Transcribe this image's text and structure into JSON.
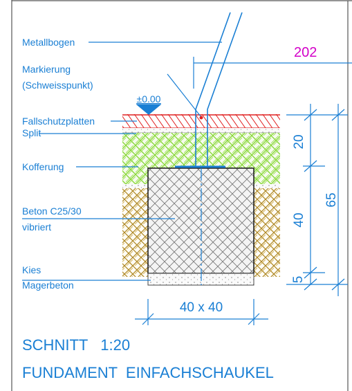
{
  "labels": {
    "metallbogen": "Metallbogen",
    "markierung": "Markierung",
    "schweisspunkt": "(Schweisspunkt)",
    "level": "±0.00",
    "fallschutz": "Fallschutzplatten",
    "split": "Split",
    "kofferung": "Kofferung",
    "beton_line1": "Beton C25/30",
    "beton_line2": "vibriert",
    "kies": "Kies",
    "magerbeton": "Magerbeton"
  },
  "reference_number": "202",
  "dimensions": {
    "d20": "20",
    "d40": "40",
    "d5": "5",
    "d65": "65",
    "plan": "40 x 40"
  },
  "title": {
    "line1": "SCHNITT   1:20",
    "line2": "FUNDAMENT  EINFACHSCHAUKEL"
  },
  "colors": {
    "line": "#1a7fd4",
    "reference": "#d300c8",
    "hatch_red": "#e02020",
    "hatch_green": "#88d838",
    "hatch_gravel": "#b08a28",
    "concrete": "#808080"
  }
}
